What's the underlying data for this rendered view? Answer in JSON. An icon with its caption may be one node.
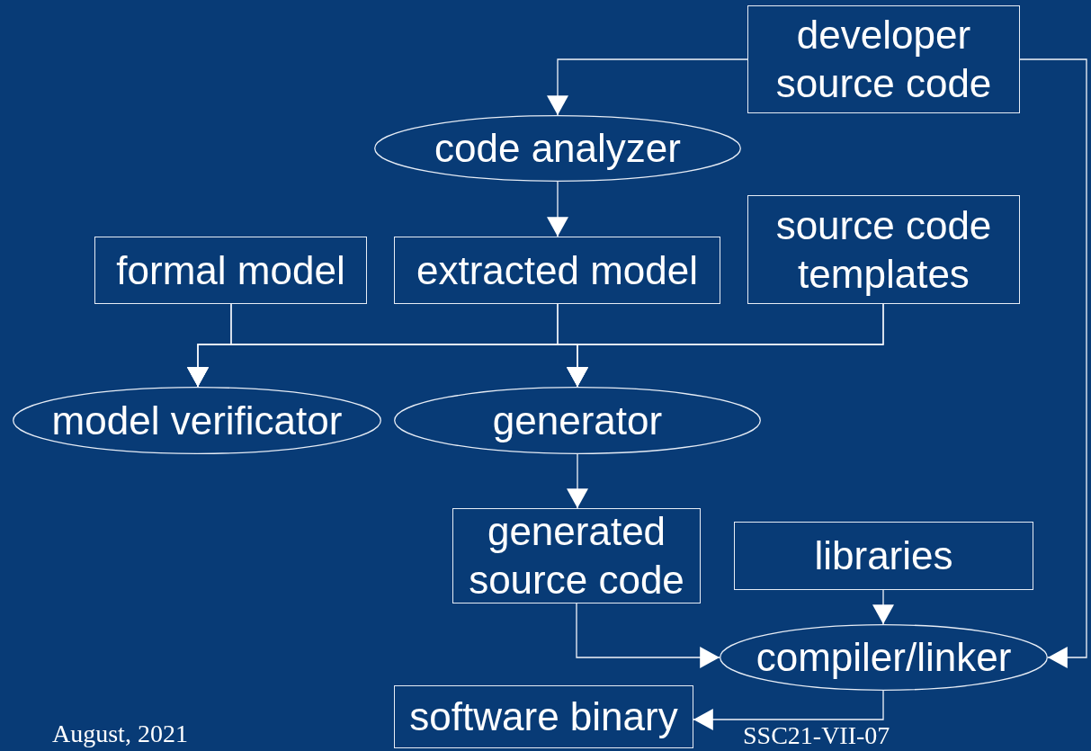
{
  "diagram": {
    "nodes": [
      {
        "text": [
          "developer source code"
        ]
      },
      {
        "text": [
          "code analyzer"
        ]
      },
      {
        "text": [
          "formal model"
        ]
      },
      {
        "text": [
          "extracted model"
        ]
      },
      {
        "text": [
          "source code templates"
        ]
      },
      {
        "text": [
          "model verificator"
        ]
      },
      {
        "text": [
          "generator"
        ]
      },
      {
        "text": [
          "generated source code"
        ]
      },
      {
        "text": [
          "libraries"
        ]
      },
      {
        "text": [
          "compiler/linker"
        ]
      },
      {
        "text": [
          "software binary"
        ]
      }
    ],
    "edges": [
      {
        "from": 0,
        "to": 1,
        "arrow": "to"
      },
      {
        "from": 1,
        "to": 3,
        "arrow": "to"
      },
      {
        "from": 2,
        "to": 5,
        "arrow": "to"
      },
      {
        "from": 2,
        "to": 6,
        "arrow": "to"
      },
      {
        "from": 3,
        "to": 5,
        "arrow": "to"
      },
      {
        "from": 3,
        "to": 6,
        "arrow": "to"
      },
      {
        "from": 4,
        "to": 5,
        "arrow": "to"
      },
      {
        "from": 4,
        "to": 6,
        "arrow": "to"
      },
      {
        "from": 6,
        "to": 7,
        "arrow": "to"
      },
      {
        "from": 7,
        "to": 9,
        "arrow": "to"
      },
      {
        "from": 8,
        "to": 9,
        "arrow": "to"
      },
      {
        "from": 0,
        "to": 9,
        "arrow": "to"
      },
      {
        "from": 9,
        "to": 10,
        "arrow": "to"
      }
    ],
    "labels": [
      "August, 2021",
      "SSC21-VII-07"
    ]
  }
}
